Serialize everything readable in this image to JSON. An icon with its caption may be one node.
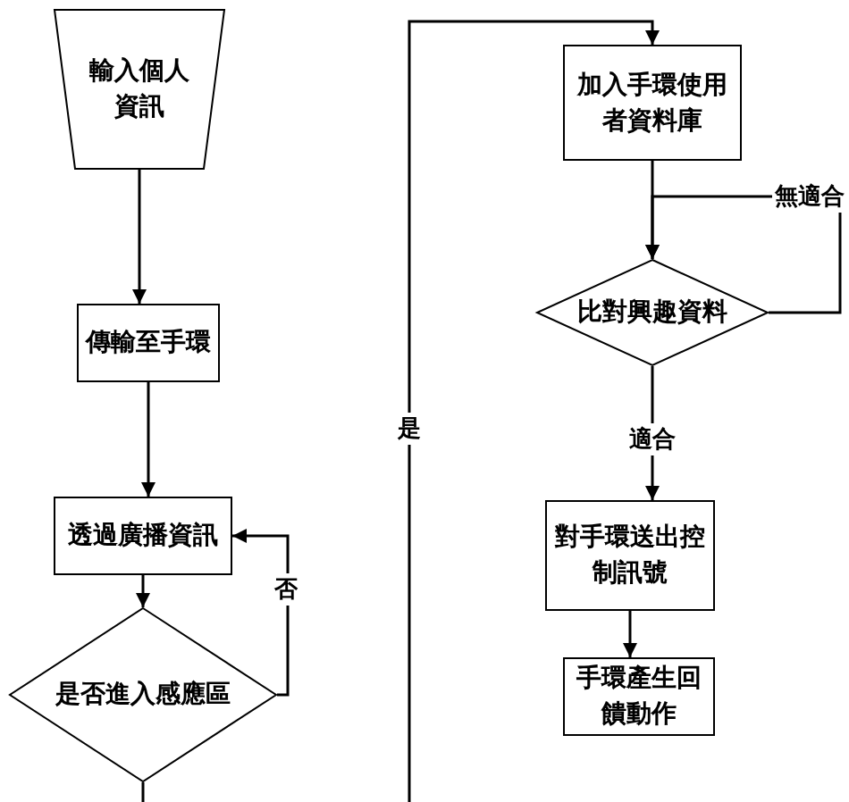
{
  "diagram": {
    "nodes": [
      {
        "text": [
          "輸入個人資訊"
        ]
      },
      {
        "text": [
          "傳輸至手環"
        ]
      },
      {
        "text": [
          "透過廣播資訊"
        ]
      },
      {
        "text": [
          "是否進入感應區"
        ]
      },
      {
        "text": [
          "加入手環使用者資料庫"
        ]
      },
      {
        "text": [
          "比對興趣資料"
        ]
      },
      {
        "text": [
          "對手環送出控制訊號"
        ]
      },
      {
        "text": [
          "手環產生回饋動作"
        ]
      }
    ],
    "edges": [
      {
        "from": 0,
        "to": 1,
        "arrow": "to"
      },
      {
        "from": 1,
        "to": 2,
        "arrow": "to"
      },
      {
        "from": 2,
        "to": 3,
        "arrow": "to"
      },
      {
        "from": 3,
        "to": 2,
        "arrow": "to",
        "label": "否"
      },
      {
        "from": 3,
        "to": 4,
        "arrow": "to",
        "label": "是"
      },
      {
        "from": 4,
        "to": 5,
        "arrow": "to"
      },
      {
        "from": 5,
        "to": 5,
        "arrow": "to",
        "label": "無適合"
      },
      {
        "from": 5,
        "to": 6,
        "arrow": "to",
        "label": "適合"
      },
      {
        "from": 6,
        "to": 7,
        "arrow": "to"
      }
    ]
  }
}
